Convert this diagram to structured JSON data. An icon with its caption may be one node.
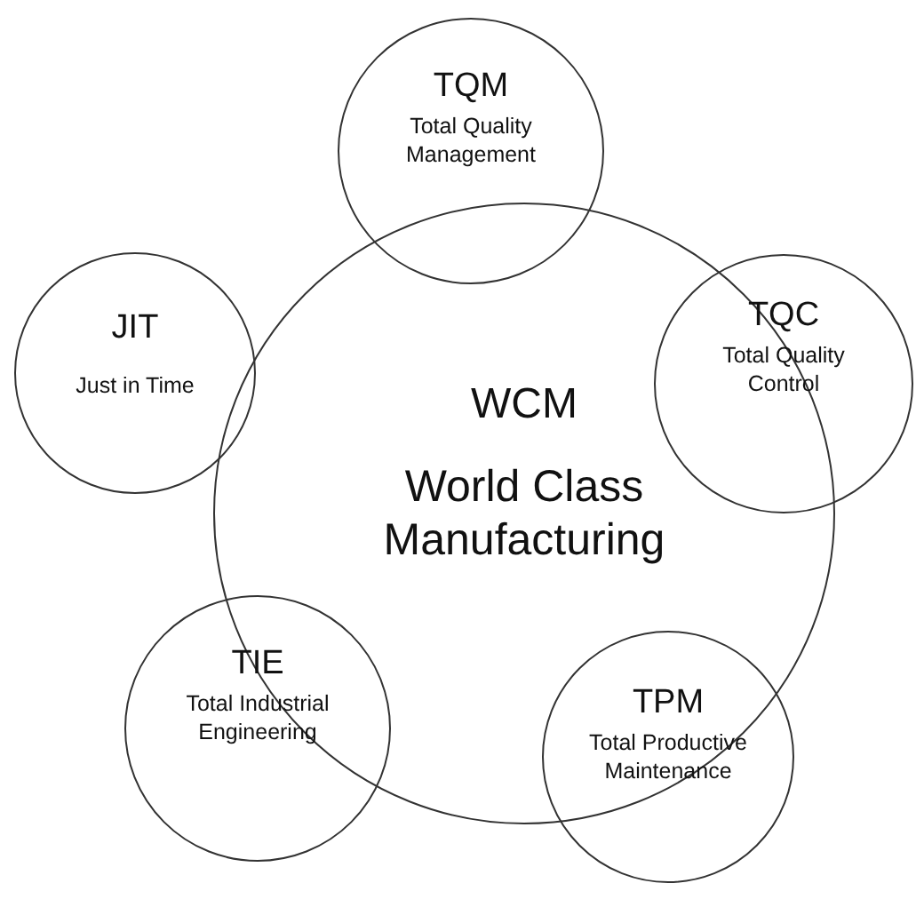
{
  "diagram": {
    "nodes": [
      {
        "text": [
          "TQM",
          "Total Quality Management"
        ]
      },
      {
        "text": [
          "JIT",
          "Just in Time"
        ]
      },
      {
        "text": [
          "TQC",
          "Total Quality Control"
        ]
      },
      {
        "text": [
          "WCM",
          "World Class Manufacturing"
        ]
      },
      {
        "text": [
          "TIE",
          "Total Industrial Engineering"
        ]
      },
      {
        "text": [
          "TPM",
          "Total Productive Maintenance"
        ]
      }
    ]
  }
}
